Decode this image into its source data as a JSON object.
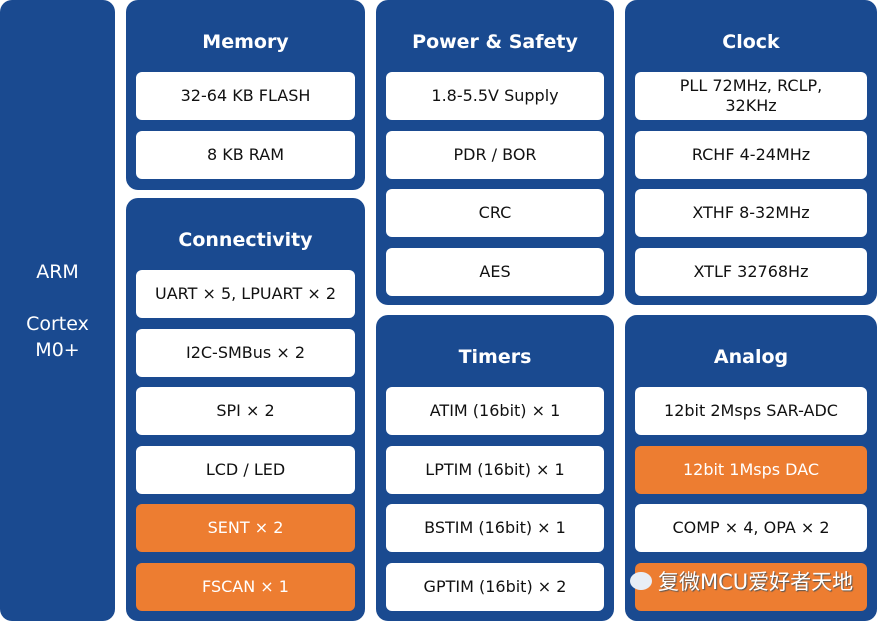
{
  "core": {
    "line1": "ARM",
    "line2": "Cortex",
    "line3": "M0+"
  },
  "panels": {
    "memory": {
      "title": "Memory",
      "items": [
        "32-64 KB FLASH",
        "8 KB RAM"
      ]
    },
    "connectivity": {
      "title": "Connectivity",
      "items": [
        "UART × 5, LPUART × 2",
        "I2C-SMBus × 2",
        "SPI × 2",
        "LCD / LED",
        "SENT × 2",
        "FSCAN × 1"
      ]
    },
    "power": {
      "title": "Power & Safety",
      "items": [
        "1.8-5.5V Supply",
        "PDR / BOR",
        "CRC",
        "AES"
      ]
    },
    "timers": {
      "title": "Timers",
      "items": [
        "ATIM (16bit) × 1",
        "LPTIM (16bit) × 1",
        "BSTIM (16bit) × 1",
        "GPTIM (16bit) × 2"
      ]
    },
    "clock": {
      "title": "Clock",
      "items": [
        "PLL 72MHz, RCLP, 32KHz",
        "RCHF 4-24MHz",
        "XTHF 8-32MHz",
        "XTLF 32768Hz"
      ]
    },
    "analog": {
      "title": "Analog",
      "items": [
        "12bit 2Msps SAR-ADC",
        "12bit 1Msps DAC",
        "COMP × 4, OPA × 2"
      ]
    }
  },
  "watermark": "复微MCU爱好者天地",
  "colors": {
    "panel": "#1a4a90",
    "highlight": "#ed7d31",
    "item": "#ffffff"
  }
}
